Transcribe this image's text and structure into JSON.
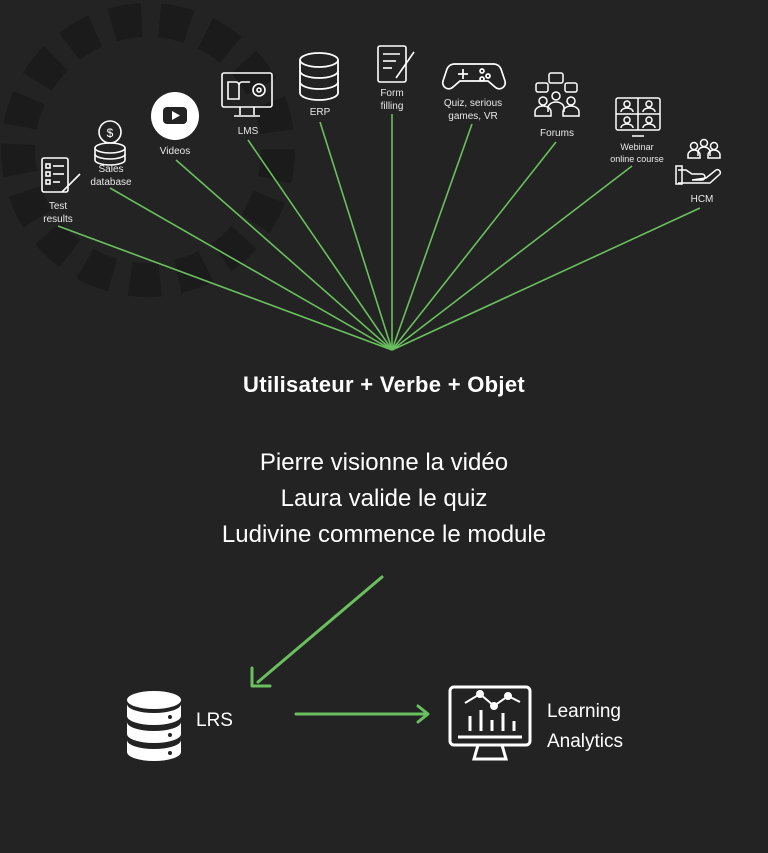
{
  "sources": {
    "test_results": "Test\nresults",
    "sales_database": "Sales\ndatabase",
    "videos": "Videos",
    "lms": "LMS",
    "erp": "ERP",
    "form_filling": "Form\nfilling",
    "quiz": "Quiz, serious\ngames, VR",
    "forums": "Forums",
    "webinar": "Webinar\nonline course",
    "hcm": "HCM"
  },
  "formula": "Utilisateur + Verbe + Objet",
  "sentences": [
    "Pierre visionne la vidéo",
    "Laura valide le quiz",
    "Ludivine commence le module"
  ],
  "lrs_label": "LRS",
  "analytics_label": [
    "Learning",
    "Analytics"
  ],
  "colors": {
    "background": "#232323",
    "connector": "#6abf5e",
    "text": "#ffffff"
  }
}
